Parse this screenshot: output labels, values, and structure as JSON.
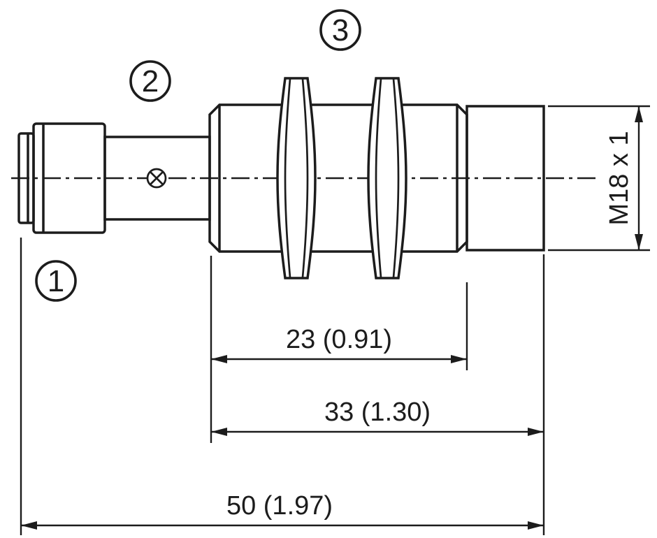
{
  "diagram": {
    "callouts": [
      "1",
      "2",
      "3"
    ],
    "dimensions": {
      "thread": "M18 x 1",
      "nut_span": "23 (0.91)",
      "thread_length": "33 (1.30)",
      "total_length": "50 (1.97)"
    },
    "colors": {
      "line": "#1c1c1c",
      "background": "#ffffff"
    }
  }
}
